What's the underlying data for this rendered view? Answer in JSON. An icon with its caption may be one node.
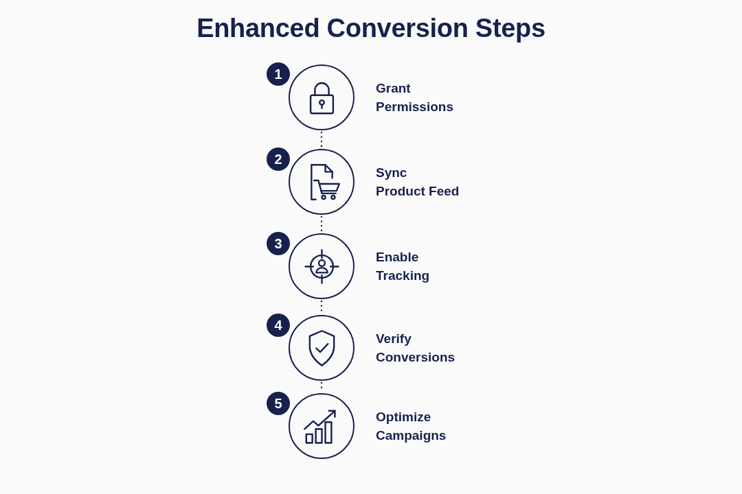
{
  "diagram": {
    "title": "Enhanced Conversion Steps",
    "nodes": [
      {
        "text": [
          "1"
        ]
      },
      {
        "text": [],
        "shape": "circle",
        "beside": [
          "Grant Permissions"
        ]
      },
      {
        "text": [
          "2"
        ]
      },
      {
        "text": [],
        "shape": "circle",
        "beside": [
          "Sync Product Feed"
        ]
      },
      {
        "text": [
          "3"
        ]
      },
      {
        "text": [],
        "shape": "circle",
        "beside": [
          "Enable Tracking"
        ]
      },
      {
        "text": [
          "4"
        ]
      },
      {
        "text": [],
        "shape": "circle",
        "beside": [
          "Verify Conversions"
        ]
      },
      {
        "text": [
          "5"
        ]
      },
      {
        "text": [],
        "shape": "circle",
        "beside": [
          "Optimize Campaigns"
        ]
      }
    ],
    "edges": [
      {
        "from": 1,
        "to": 3,
        "arrow": "none",
        "style": "dashed"
      },
      {
        "from": 3,
        "to": 5,
        "arrow": "none",
        "style": "dashed"
      },
      {
        "from": 5,
        "to": 7,
        "arrow": "none",
        "style": "dashed"
      },
      {
        "from": 7,
        "to": 9,
        "arrow": "none",
        "style": "dashed"
      }
    ]
  }
}
